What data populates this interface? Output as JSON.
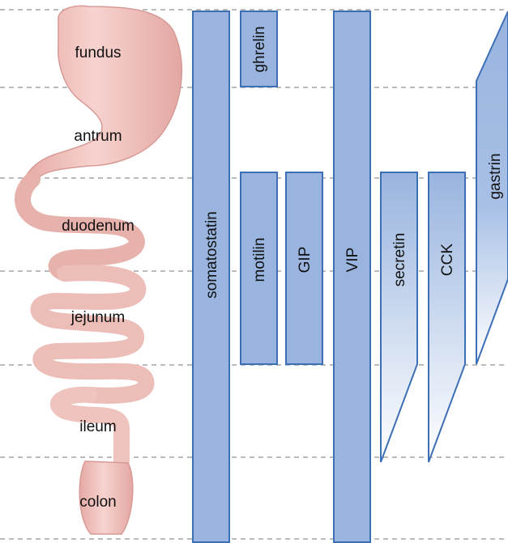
{
  "regions": [
    {
      "label": "fundus"
    },
    {
      "label": "antrum"
    },
    {
      "label": "duodenum"
    },
    {
      "label": "jejunum"
    },
    {
      "label": "ileum"
    },
    {
      "label": "colon"
    }
  ],
  "hormones": [
    {
      "label": "somatostatin"
    },
    {
      "label": "ghrelin"
    },
    {
      "label": "motilin"
    },
    {
      "label": "GIP"
    },
    {
      "label": "VIP"
    },
    {
      "label": "secretin"
    },
    {
      "label": "CCK"
    },
    {
      "label": "gastrin"
    }
  ],
  "colors": {
    "bar_fill": "#98b4df",
    "bar_stroke": "#3d6fb6",
    "gradient_end": "#ffffff",
    "organ_fill": "#f2c6c2",
    "organ_shadow": "#dfa29d",
    "divider": "#777777"
  }
}
